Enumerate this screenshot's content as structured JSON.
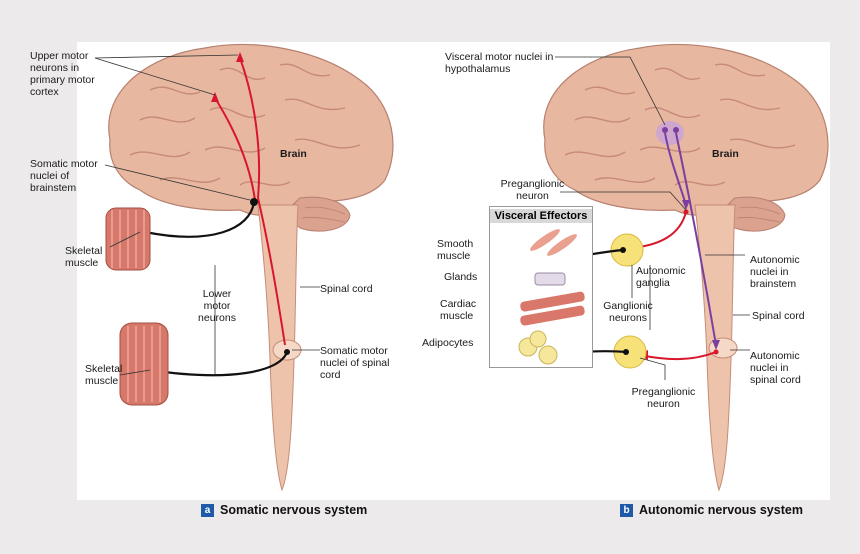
{
  "labels": {
    "upper_motor_neurons": "Upper motor neurons in primary motor cortex",
    "brain_a": "Brain",
    "somatic_motor_nuclei_brainstem": "Somatic motor nuclei of brainstem",
    "skeletal_muscle_1": "Skeletal muscle",
    "lower_motor_neurons": "Lower motor neurons",
    "spinal_cord_a": "Spinal cord",
    "skeletal_muscle_2": "Skeletal muscle",
    "somatic_motor_nuclei_spinal": "Somatic motor nuclei of spinal cord",
    "visceral_motor_nuclei": "Visceral motor nuclei in hypothalamus",
    "brain_b": "Brain",
    "preganglionic_neuron_top": "Preganglionic neuron",
    "visceral_effectors": "Visceral Effectors",
    "smooth_muscle": "Smooth muscle",
    "glands": "Glands",
    "cardiac_muscle": "Cardiac muscle",
    "adipocytes": "Adipocytes",
    "autonomic_ganglia": "Autonomic ganglia",
    "ganglionic_neurons": "Ganglionic neurons",
    "autonomic_nuclei_brainstem": "Autonomic nuclei in brainstem",
    "spinal_cord_b": "Spinal cord",
    "autonomic_nuclei_spinal": "Autonomic nuclei in spinal cord",
    "preganglionic_neuron_bottom": "Preganglionic neuron"
  },
  "captions": {
    "a_letter": "a",
    "a_text": "Somatic nervous system",
    "b_letter": "b",
    "b_text": "Autonomic nervous system"
  },
  "colors": {
    "brain": "#e7b7a0",
    "brain_fold": "#c7897a",
    "cord": "#eec3ab",
    "somatic_pathway": "#d9172c",
    "autonomic_central": "#7b3fa0",
    "ganglion": "#f7e27a",
    "caption_badge": "#1e5aa8"
  }
}
